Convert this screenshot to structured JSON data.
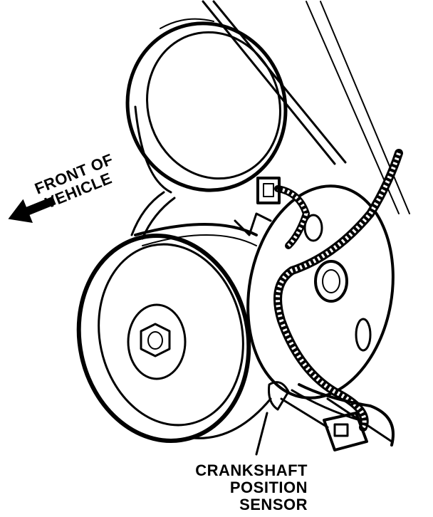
{
  "labels": {
    "front_line1": "FRONT OF",
    "front_line2": "VEHICLE",
    "sensor_line1": "CRANKSHAFT",
    "sensor_line2": "POSITION",
    "sensor_line3": "SENSOR"
  },
  "colors": {
    "ink": "#000000",
    "paper": "#ffffff"
  }
}
